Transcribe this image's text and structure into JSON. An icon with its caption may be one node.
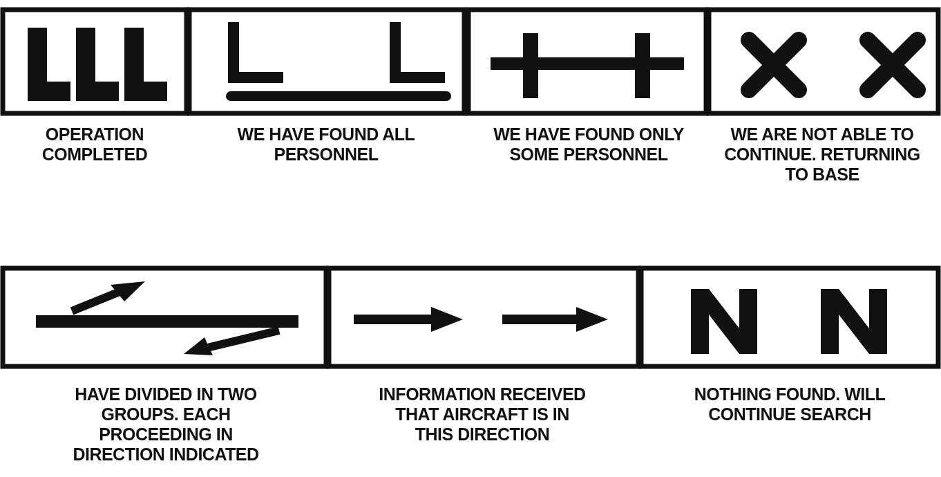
{
  "diagram": {
    "labels": [
      "OPERATION COMPLETED",
      "WE HAVE FOUND ALL PERSONNEL",
      "WE HAVE FOUND ONLY SOME PERSONNEL",
      "WE ARE NOT ABLE TO CONTINUE. RETURNING TO BASE",
      "HAVE DIVIDED IN TWO GROUPS. EACH PROCEEDING IN DIRECTION INDICATED",
      "INFORMATION RECEIVED THAT AIRCRAFT IS IN THIS DIRECTION",
      "NOTHING FOUND. WILL CONTINUE SEARCH"
    ]
  }
}
